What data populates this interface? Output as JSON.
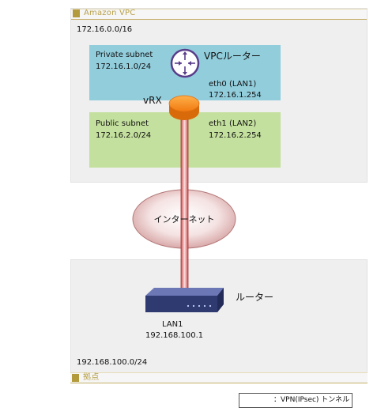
{
  "vpc": {
    "title": "Amazon VPC",
    "cidr": "172.16.0.0/16",
    "private_subnet": {
      "name": "Private subnet",
      "cidr": "172.16.1.0/24"
    },
    "public_subnet": {
      "name": "Public subnet",
      "cidr": "172.16.2.0/24"
    },
    "vpc_router_label": "VPCルーター",
    "vrx_label": "vRX",
    "eth0": {
      "name": "eth0 (LAN1)",
      "ip": "172.16.1.254"
    },
    "eth1": {
      "name": "eth1 (LAN2)",
      "ip": "172.16.2.254"
    }
  },
  "internet": {
    "label": "インターネット"
  },
  "site": {
    "title": "拠点",
    "cidr": "192.168.100.0/24",
    "router_label": "ルーター",
    "lan_name": "LAN1",
    "lan_ip": "192.168.100.1"
  },
  "legend": {
    "label": "：VPN(IPsec) トンネル"
  },
  "colors": {
    "private_subnet": "#92cddc",
    "public_subnet": "#c4e09e",
    "tunnel": "#e07a7a",
    "vrx": "#f08a1c",
    "router_icon": "#5a3d8a",
    "tab_accent": "#b39b3b"
  }
}
